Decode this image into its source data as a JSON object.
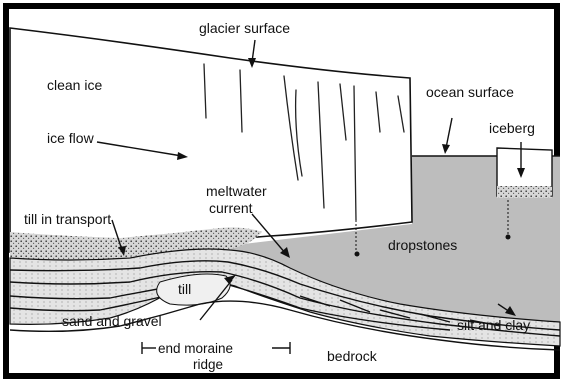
{
  "labels": {
    "glacier_surface": "glacier surface",
    "clean_ice": "clean ice",
    "ocean_surface": "ocean surface",
    "iceberg": "iceberg",
    "ice_flow": "ice flow",
    "meltwater_current_line1": "meltwater",
    "meltwater_current_line2": "current",
    "till_in_transport": "till in transport",
    "dropstones": "dropstones",
    "till": "till",
    "sand_and_gravel": "sand and gravel",
    "silt_and_clay": "silt and clay",
    "end_moraine_ridge_line1": "end moraine",
    "end_moraine_ridge_line2": "ridge",
    "bedrock": "bedrock"
  },
  "colors": {
    "ice": "#ffffff",
    "ocean": "#bdbdbd",
    "sediment": "#cfcfcf",
    "bedrock": "#ffffff",
    "ink": "#111111",
    "frame": "#000000"
  }
}
